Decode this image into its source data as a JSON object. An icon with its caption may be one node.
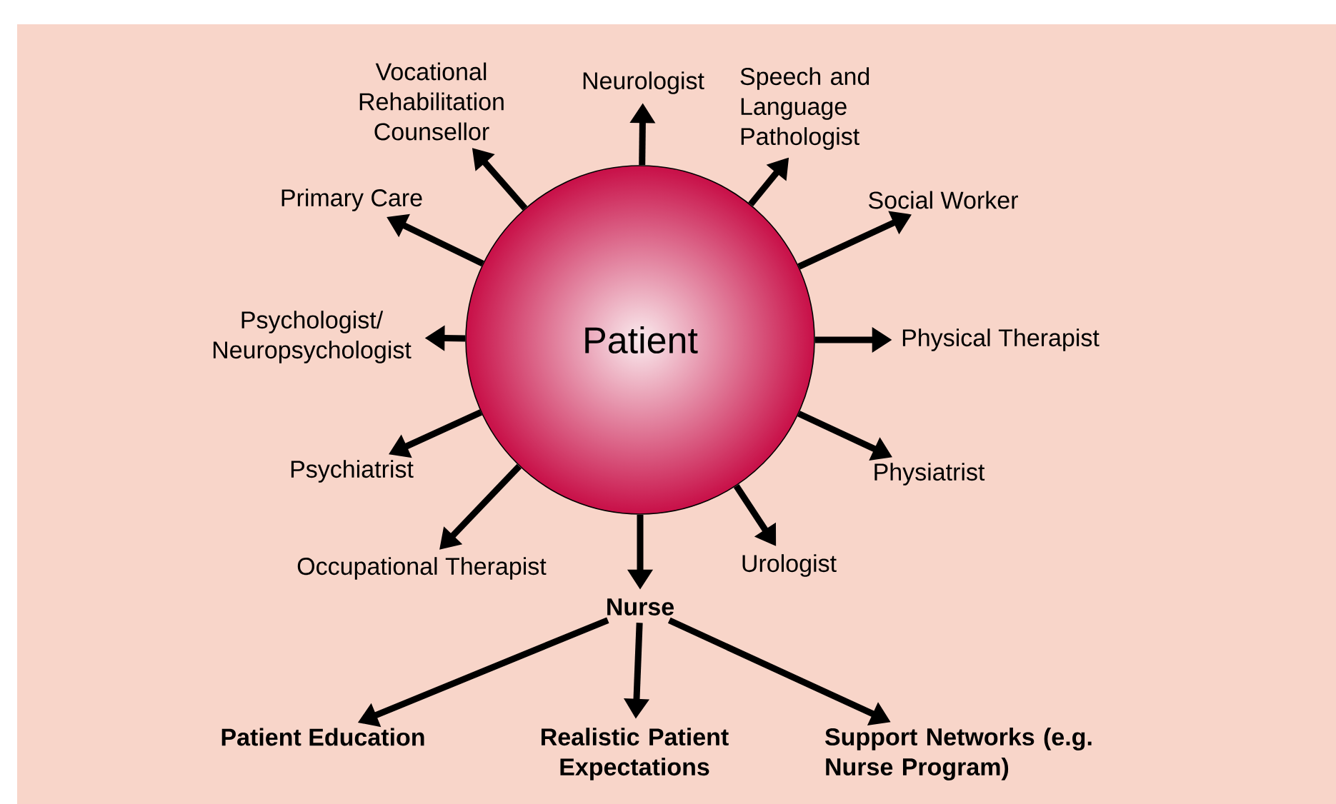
{
  "diagram": {
    "nodes": [
      {
        "text": [
          "Patient"
        ]
      },
      {
        "text": [
          "Vocational Rehabilitation Counsellor"
        ]
      },
      {
        "text": [
          "Neurologist"
        ]
      },
      {
        "text": [
          "Speech and Language Pathologist"
        ]
      },
      {
        "text": [
          "Primary Care"
        ]
      },
      {
        "text": [
          "Social Worker"
        ]
      },
      {
        "text": [
          "Psychologist/ Neuropsychologist"
        ]
      },
      {
        "text": [
          "Physical Therapist"
        ]
      },
      {
        "text": [
          "Psychiatrist"
        ]
      },
      {
        "text": [
          "Physiatrist"
        ]
      },
      {
        "text": [
          "Occupational Therapist"
        ]
      },
      {
        "text": [
          "Urologist"
        ]
      },
      {
        "text": [
          "Nurse"
        ]
      },
      {
        "text": [
          "Patient Education"
        ]
      },
      {
        "text": [
          "Realistic Patient Expectations"
        ]
      },
      {
        "text": [
          "Support Networks (e.g. Nurse Program)"
        ]
      }
    ],
    "edges": [
      {
        "from": 0,
        "to": 1,
        "arrow": "to"
      },
      {
        "from": 0,
        "to": 2,
        "arrow": "to"
      },
      {
        "from": 0,
        "to": 3,
        "arrow": "to"
      },
      {
        "from": 0,
        "to": 4,
        "arrow": "to"
      },
      {
        "from": 0,
        "to": 5,
        "arrow": "to"
      },
      {
        "from": 0,
        "to": 6,
        "arrow": "to"
      },
      {
        "from": 0,
        "to": 7,
        "arrow": "to"
      },
      {
        "from": 0,
        "to": 8,
        "arrow": "to"
      },
      {
        "from": 0,
        "to": 9,
        "arrow": "to"
      },
      {
        "from": 0,
        "to": 10,
        "arrow": "to"
      },
      {
        "from": 0,
        "to": 11,
        "arrow": "to"
      },
      {
        "from": 0,
        "to": 12,
        "arrow": "to"
      },
      {
        "from": 12,
        "to": 13,
        "arrow": "to"
      },
      {
        "from": 12,
        "to": 14,
        "arrow": "to"
      },
      {
        "from": 12,
        "to": 15,
        "arrow": "to"
      }
    ]
  }
}
